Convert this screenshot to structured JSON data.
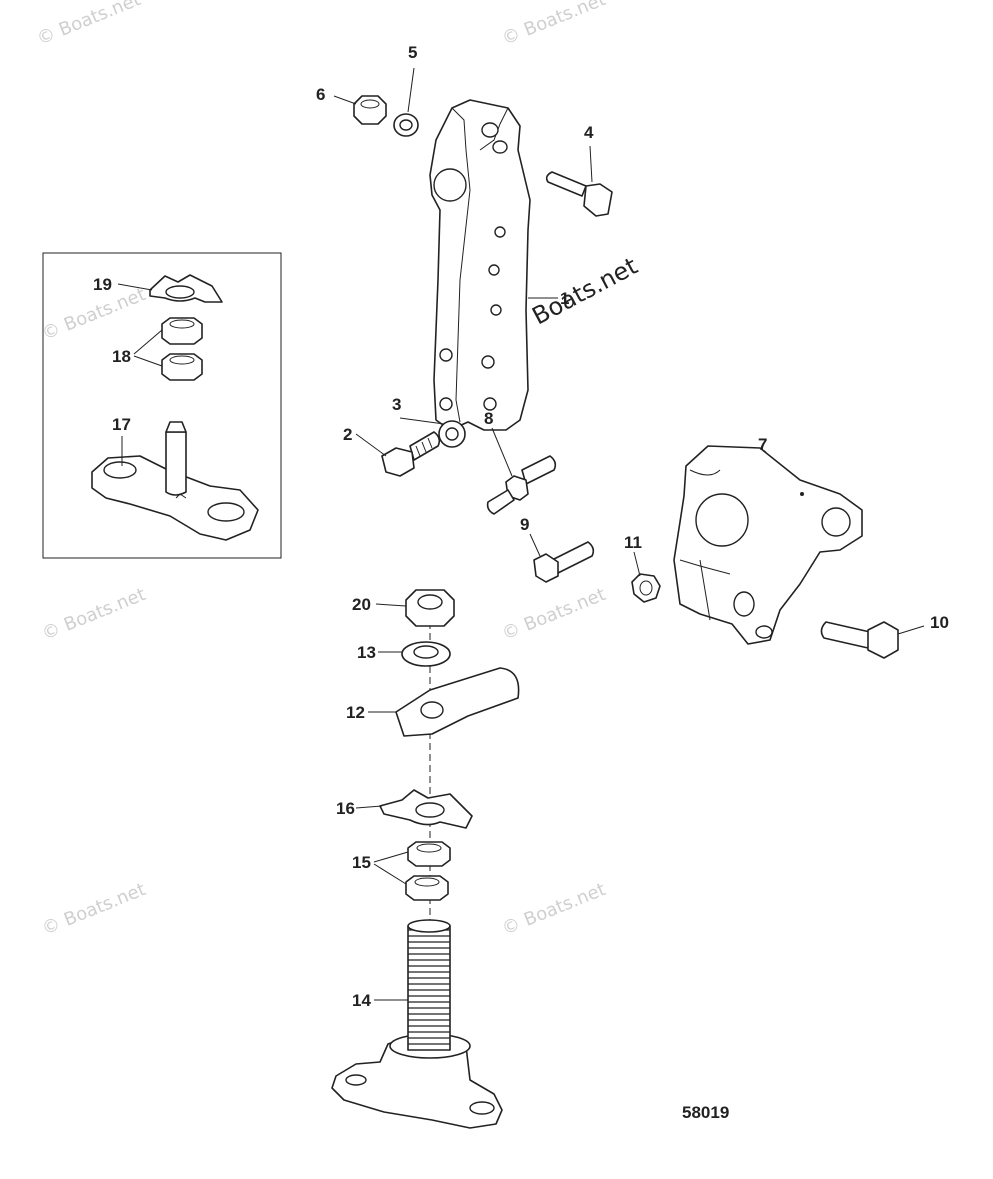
{
  "figure_number": "58019",
  "watermark": "© Boats.net",
  "callouts": {
    "c1": "1",
    "c2": "2",
    "c3": "3",
    "c4": "4",
    "c5": "5",
    "c6": "6",
    "c7": "7",
    "c8": "8",
    "c9": "9",
    "c10": "10",
    "c11": "11",
    "c12": "12",
    "c13": "13",
    "c14": "14",
    "c15": "15",
    "c16": "16",
    "c17": "17",
    "c18": "18",
    "c19": "19",
    "c20": "20"
  }
}
